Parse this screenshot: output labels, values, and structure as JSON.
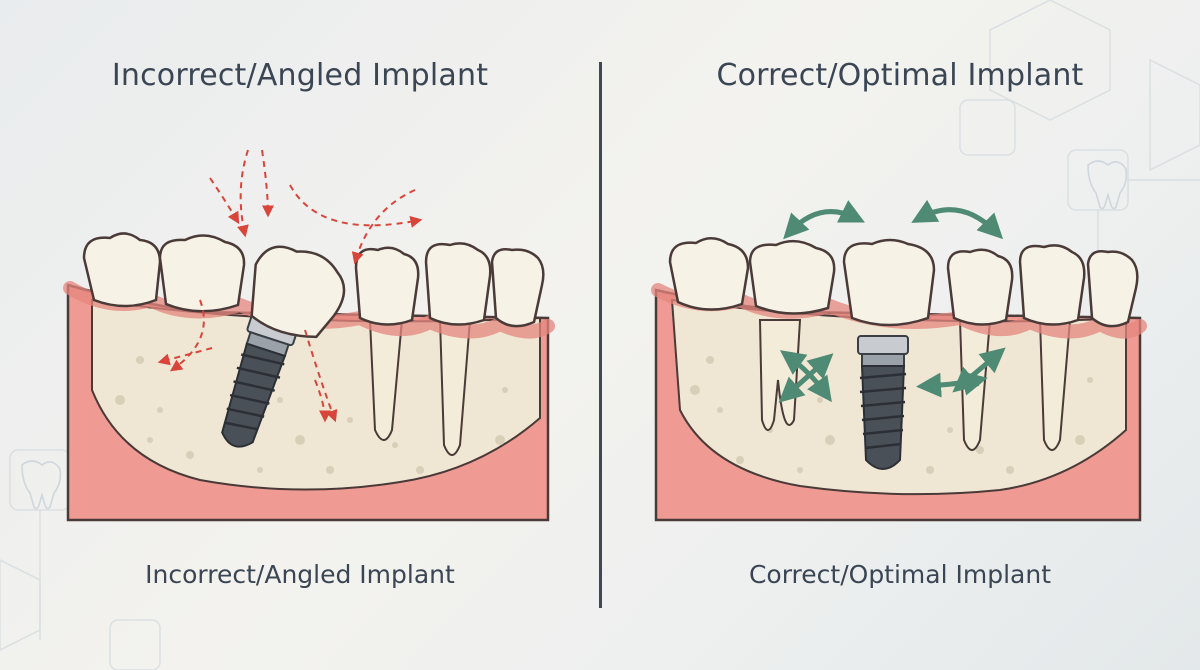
{
  "left_panel": {
    "title": "Incorrect/Angled Implant",
    "caption": "Incorrect/Angled Implant"
  },
  "right_panel": {
    "title": "Correct/Optimal Implant",
    "caption": "Correct/Optimal Implant"
  },
  "colors": {
    "gum": "#ef9a93",
    "gum_outline": "#4a3a38",
    "bone": "#efe7d3",
    "tooth": "#f6f2e6",
    "implant": "#4a5058",
    "stress_arrow": "#d9453b",
    "load_arrow": "#4e8a74",
    "divider": "#3d4956",
    "text": "#3b4654"
  },
  "icons": [
    "tooth-icon",
    "red-stress-arrow-icon",
    "green-load-arrow-icon"
  ]
}
